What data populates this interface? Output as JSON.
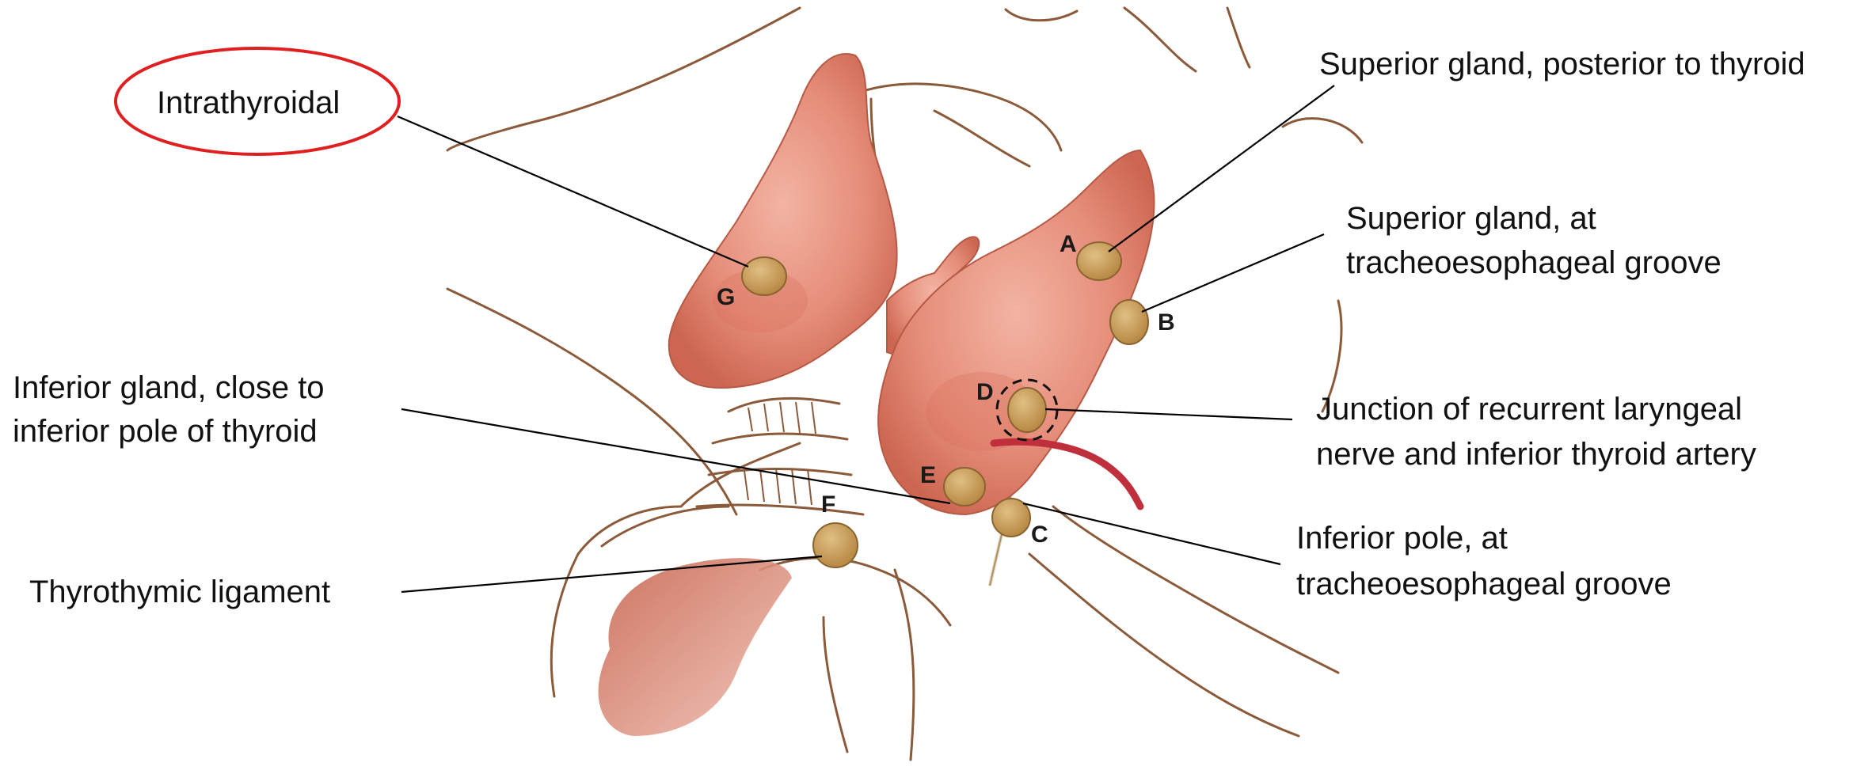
{
  "callouts": {
    "G": {
      "lines": [
        "Intrathyroidal"
      ],
      "highlighted": true
    },
    "A": {
      "lines": [
        "Superior gland, posterior to thyroid"
      ]
    },
    "B": {
      "lines": [
        "Superior gland, at",
        "tracheoesophageal groove"
      ]
    },
    "D": {
      "lines": [
        "Junction of recurrent laryngeal",
        "nerve and inferior thyroid artery"
      ]
    },
    "E": {
      "lines": [
        "Inferior gland, close to",
        "inferior pole of thyroid"
      ]
    },
    "C": {
      "lines": [
        "Inferior pole, at",
        "tracheoesophageal groove"
      ]
    },
    "F": {
      "lines": [
        "Thyrothymic ligament"
      ]
    }
  },
  "markers": {
    "A": "A",
    "B": "B",
    "C": "C",
    "D": "D",
    "E": "E",
    "F": "F",
    "G": "G"
  },
  "colors": {
    "highlight_ellipse": "#e02020",
    "thyroid": "#e59480",
    "thyroid_shadow": "#cf6f5c",
    "gland": "#c9a061",
    "artery": "#c0303c",
    "outline": "#8a5a3a"
  }
}
